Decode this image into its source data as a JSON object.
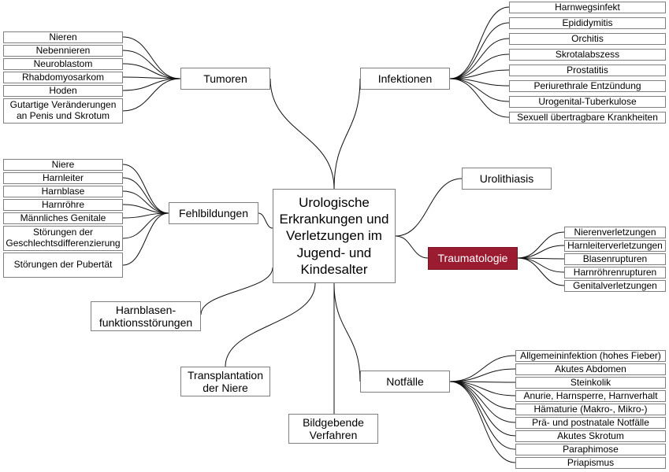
{
  "center": {
    "title": "Urologische Erkrankungen und Verletzungen im Jugend- und Kindesalter"
  },
  "branches": {
    "tumoren": {
      "label": "Tumoren",
      "items": [
        "Nieren",
        "Nebennieren",
        "Neuroblastom",
        "Rhabdomyosarkom",
        "Hoden",
        "Gutartige Veränderungen an Penis und Skrotum"
      ]
    },
    "fehlbildungen": {
      "label": "Fehlbildungen",
      "items": [
        "Niere",
        "Harnleiter",
        "Harnblase",
        "Harnröhre",
        "Männliches Genitale",
        "Störungen der Geschlechtsdifferenzierung",
        "Störungen der Pubertät"
      ]
    },
    "harnblasen": {
      "label": "Harnblasen-funktionsstörungen"
    },
    "transplantation": {
      "label": "Transplantation der Niere"
    },
    "bildgebende": {
      "label": "Bildgebende Verfahren"
    },
    "infektionen": {
      "label": "Infektionen",
      "items": [
        "Harnwegsinfekt",
        "Epididymitis",
        "Orchitis",
        "Skrotalabszess",
        "Prostatitis",
        "Periurethrale Entzündung",
        "Urogenital-Tuberkulose",
        "Sexuell übertragbare Krankheiten"
      ]
    },
    "urolithiasis": {
      "label": "Urolithiasis"
    },
    "traumatologie": {
      "label": "Traumatologie",
      "highlight_color": "#9b1b30",
      "items": [
        "Nierenverletzungen",
        "Harnleiterverletzungen",
        "Blasenrupturen",
        "Harnröhrenrupturen",
        "Genitalverletzungen"
      ]
    },
    "notfaelle": {
      "label": "Notfälle",
      "items": [
        "Allgemeininfektion (hohes Fieber)",
        "Akutes Abdomen",
        "Steinkolik",
        "Anurie, Harnsperre, Harnverhalt",
        "Hämaturie (Makro-, Mikro-)",
        "Prä- und postnatale Notfälle",
        "Akutes Skrotum",
        "Paraphimose",
        "Priapismus"
      ]
    }
  }
}
